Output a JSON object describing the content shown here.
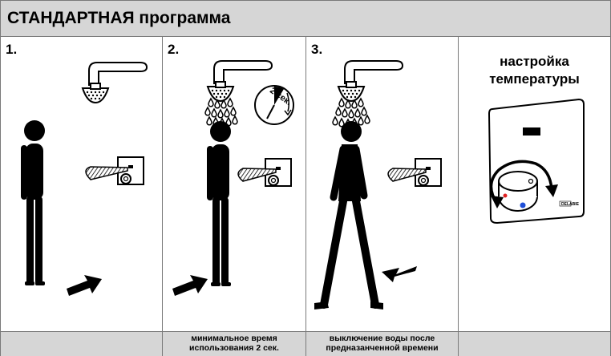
{
  "header": {
    "title": "СТАНДАРТНАЯ программа"
  },
  "steps": [
    {
      "number": "1.",
      "caption_line1": "",
      "caption_line2": ""
    },
    {
      "number": "2.",
      "caption_line1": "минимальное время",
      "caption_line2": "использования 2 сек.",
      "timer_label": "2 сек."
    },
    {
      "number": "3.",
      "caption_line1": "выключение воды после",
      "caption_line2": "предназанченной времени"
    }
  ],
  "temperature": {
    "title_line1": "настройка",
    "title_line2": "температуры",
    "brand": "DELABIE"
  },
  "colors": {
    "header_bg": "#d6d6d6",
    "border": "#7a7a7a",
    "hot": "#e02020",
    "cold": "#1e4fd8"
  }
}
